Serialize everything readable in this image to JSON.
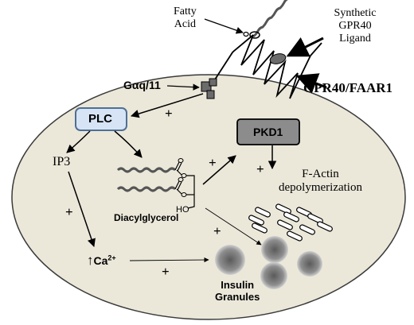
{
  "labels": {
    "fatty_acid": [
      "Fatty",
      "Acid"
    ],
    "synthetic_ligand": [
      "Synthetic",
      "GPR40",
      "Ligand"
    ],
    "receptor": "GPR40/FAAR1",
    "g_protein": "Gαq/11",
    "plc": "PLC",
    "ip3": "IP3",
    "pkd1": "PKD1",
    "factin": [
      "F-Actin",
      "depolymerization"
    ],
    "dag": "Diacylglycerol",
    "ho": "HO",
    "calcium_arrow": "↑",
    "calcium": "Ca",
    "calcium_sup": "2+",
    "granules": [
      "Insulin",
      "Granules"
    ],
    "plus": "+"
  },
  "colors": {
    "cell_fill": "#ebe8da",
    "cell_stroke": "#3a3a3a",
    "plc_fill": "#d6e4f5",
    "plc_stroke": "#4f6f95",
    "pkd1_fill": "#8c8c8c",
    "g_protein": "#6b6b6b",
    "granule_dark": "#5a5a5a",
    "granule_light": "#d0d0d0",
    "ink": "#000000"
  }
}
